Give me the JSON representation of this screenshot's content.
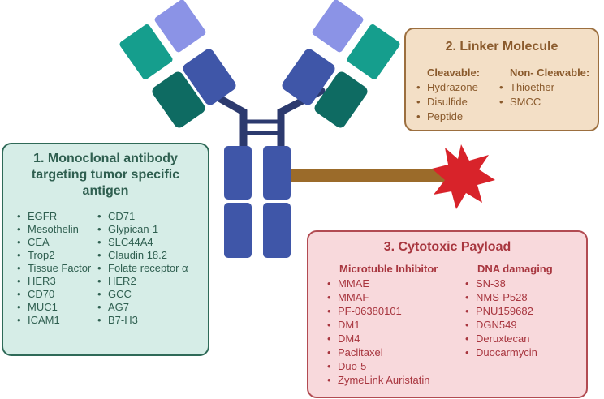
{
  "antibody": {
    "title": "1.  Monoclonal antibody targeting tumor specific antigen",
    "col1": [
      "EGFR",
      "Mesothelin",
      "CEA",
      "Trop2",
      "Tissue Factor",
      "HER3",
      "CD70",
      "MUC1",
      "ICAM1"
    ],
    "col2": [
      "CD71",
      "Glypican-1",
      "SLC44A4",
      "Claudin 18.2",
      "Folate receptor α",
      "HER2",
      "GCC",
      "AG7",
      "B7-H3"
    ]
  },
  "linker": {
    "title": "2. Linker Molecule",
    "cleavable_heading": "Cleavable:",
    "cleavable": [
      "Hydrazone",
      "Disulfide",
      "Peptide"
    ],
    "noncleavable_heading": "Non- Cleavable:",
    "noncleavable": [
      "Thioether",
      "SMCC"
    ]
  },
  "payload": {
    "title": "3. Cytotoxic Payload",
    "microtubule_heading": "Microtuble Inhibitor",
    "microtubule": [
      "MMAE",
      "MMAF",
      "PF-06380101",
      "DM1",
      "DM4",
      "Paclitaxel",
      "Duo-5",
      "ZymeLink Auristatin"
    ],
    "dna_heading": "DNA damaging",
    "dna": [
      "SN-38",
      "NMS-P528",
      "PNU159682",
      "DGN549",
      "Deruxtecan",
      "Duocarmycin"
    ]
  },
  "colors": {
    "heavy_chain": "#3f56a8",
    "light_chain_dark": "#0e6b62",
    "light_chain_teal": "#159e8d",
    "fab_lavender": "#8b93e6",
    "hinge": "#2c3a6e",
    "linker_bar": "#9b6b2a",
    "payload_star": "#d8232a"
  }
}
